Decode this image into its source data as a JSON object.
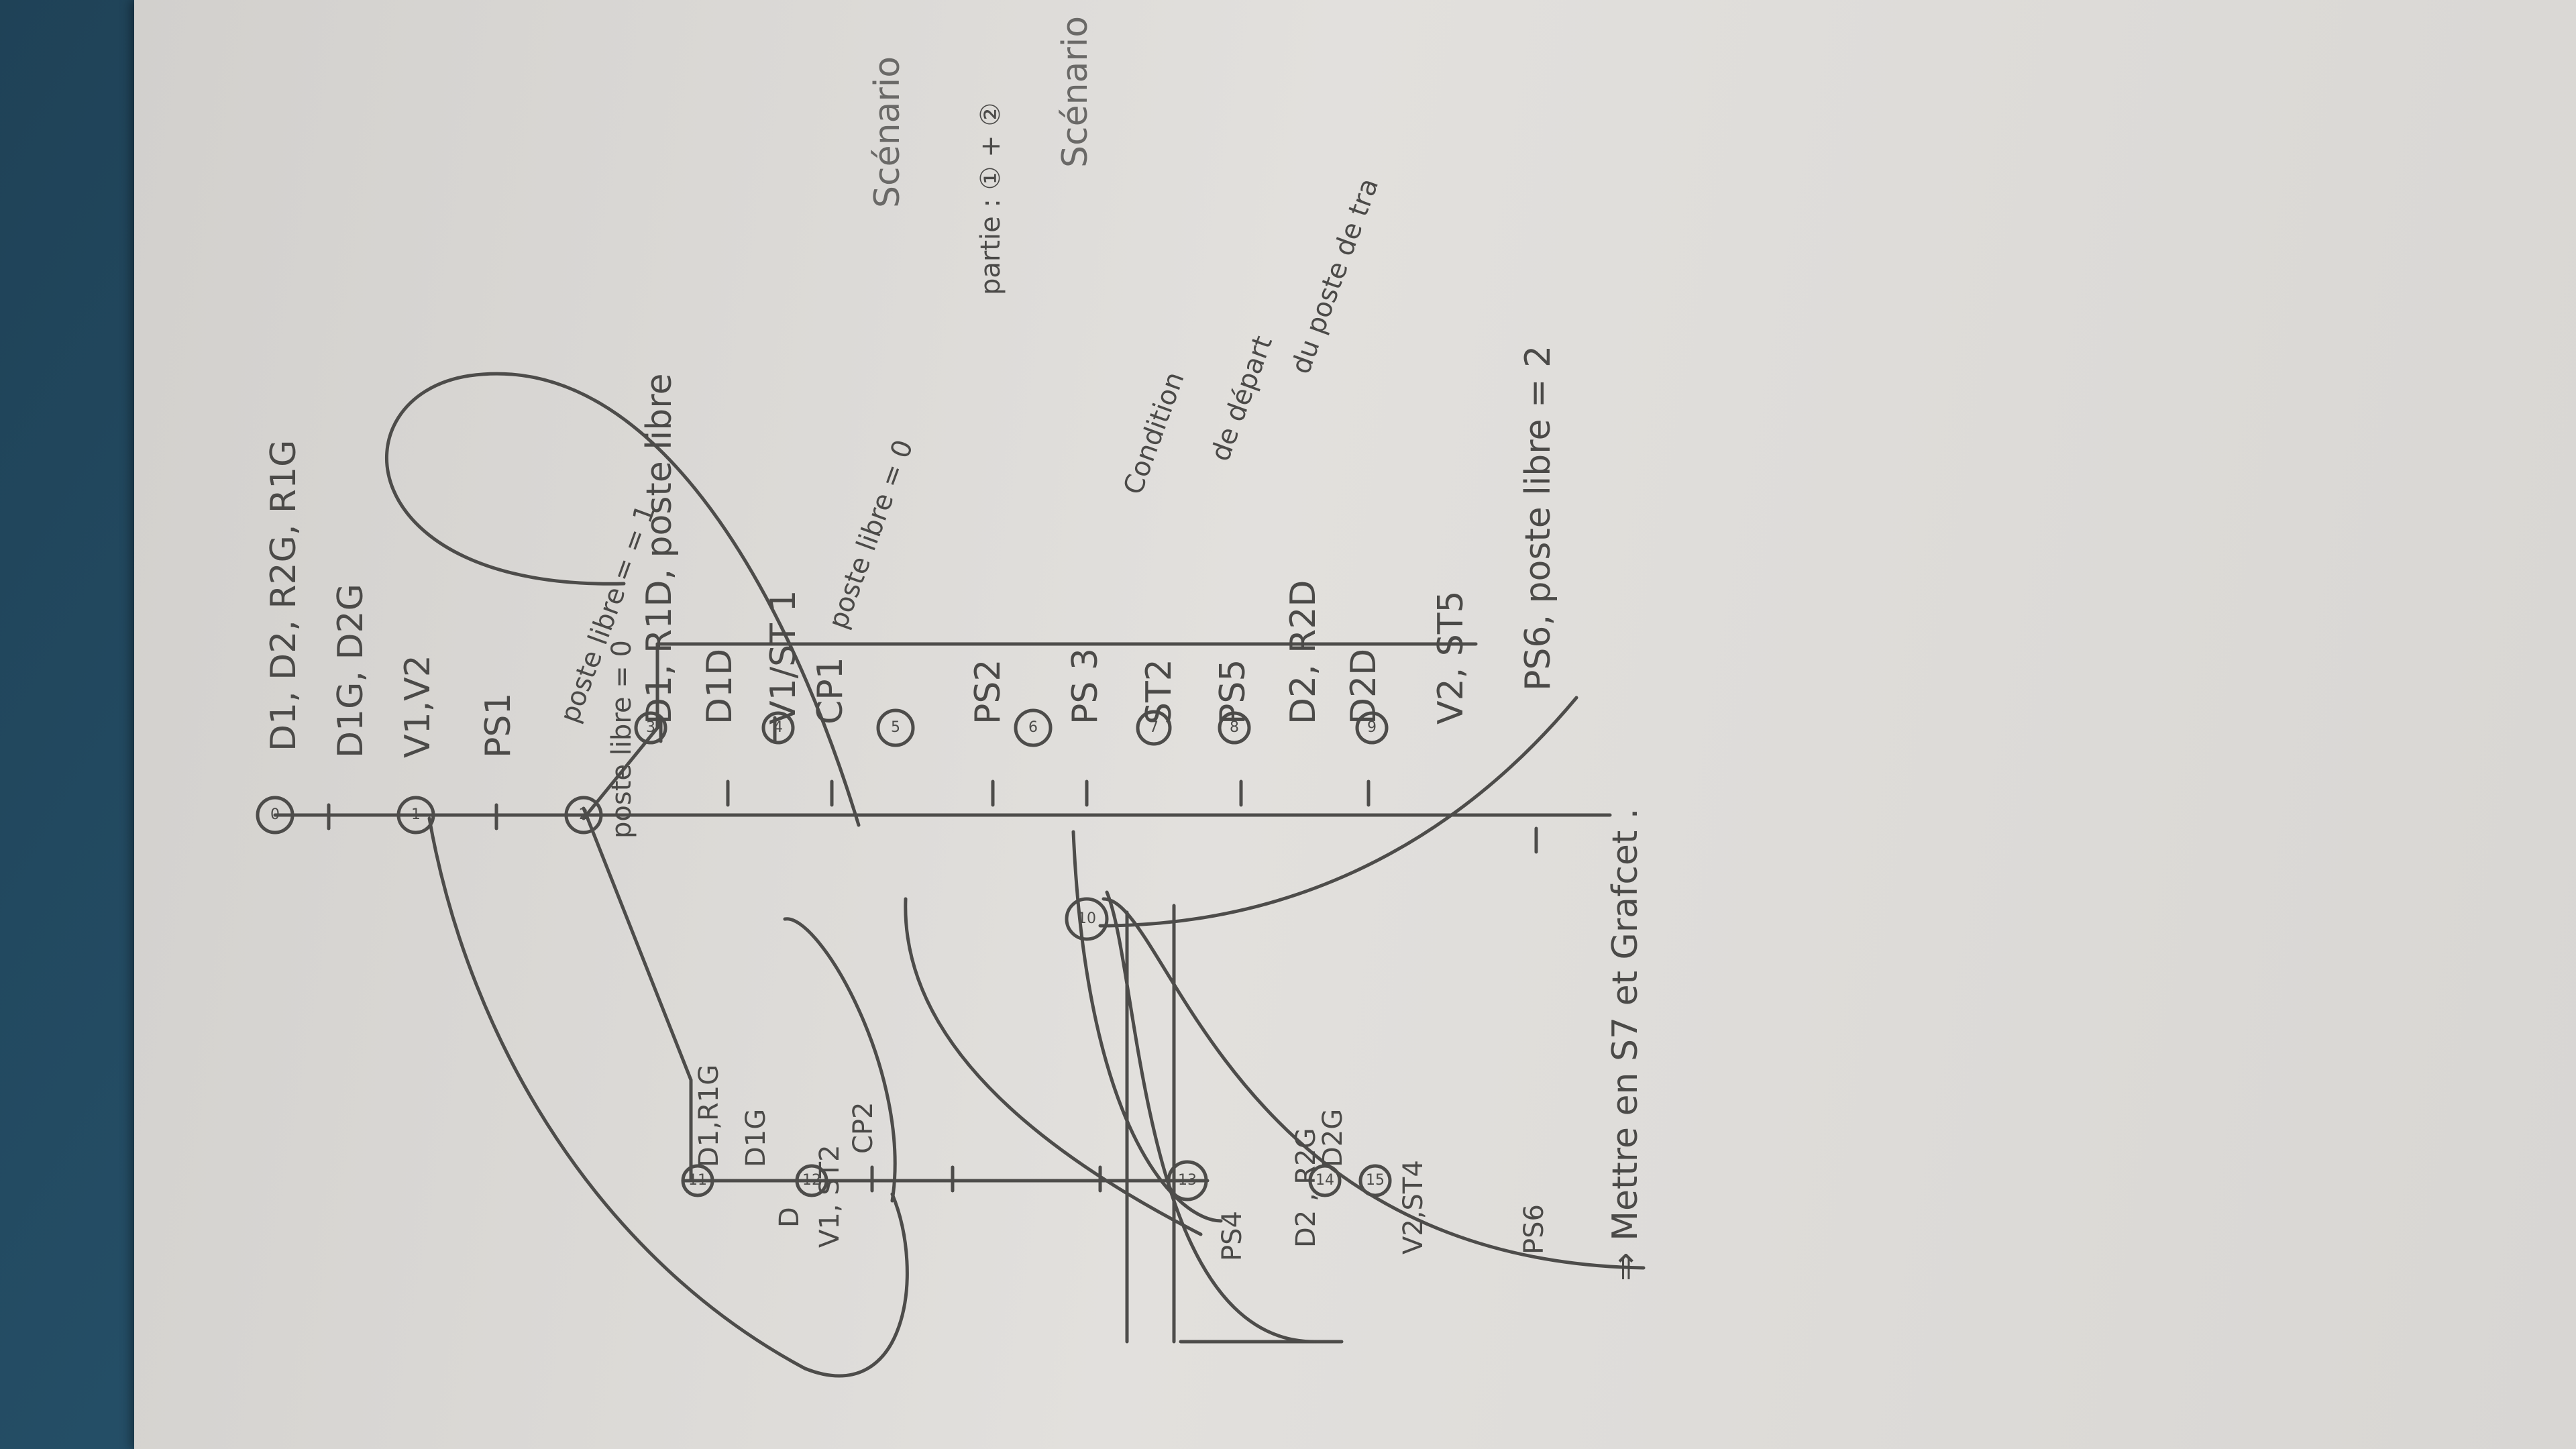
{
  "top": {
    "step0_actions": "D1, D2, R2G, R1G",
    "t0_1": "D1G, D2G",
    "step1_actions": "V1,V2",
    "t1_2": "PS1",
    "t2_3": "poste libre = = 1",
    "t2_11": "poste libre = 0",
    "t3_return": "poste libre = 0"
  },
  "right_branch": {
    "step3_actions": "D1, R1D, poste libre",
    "t3_4": "D1D",
    "step4_actions": "V1/ST 1",
    "t4_5": "CP1",
    "t5_6": "PS2",
    "step6_actions": "PS 3",
    "t6_7": "ST2",
    "t7_8": "PS5",
    "step8_actions": "D2, R2D",
    "t8_9": "D2D",
    "step9_actions": "V2, ST5",
    "t9_10": "PS6, poste libre = 2"
  },
  "left_branch": {
    "step11_actions": "D1,R1G",
    "t11_12": "D1G",
    "step12_actions_lines": [
      "D",
      "V1, ST2"
    ],
    "t12_13": "CP2",
    "t13_14": "PS4",
    "step14_actions": "D2 , R2G",
    "t14_15": "D2G",
    "step15_actions": "V2,ST4",
    "t15_10": "PS6"
  },
  "step_numbers": [
    "0",
    "1",
    "2",
    "3",
    "4",
    "5",
    "6",
    "7",
    "8",
    "9",
    "10",
    "11",
    "12",
    "13",
    "14",
    "15"
  ],
  "annotations": {
    "scenario_a": "Scénario",
    "scenario_b": "Scénario",
    "partie": "partie : ① + ②",
    "condition_lines": [
      "Condition",
      "de départ",
      "du poste de tra"
    ],
    "footer": "⇒ Mettre en S7 et Grafcet ."
  }
}
